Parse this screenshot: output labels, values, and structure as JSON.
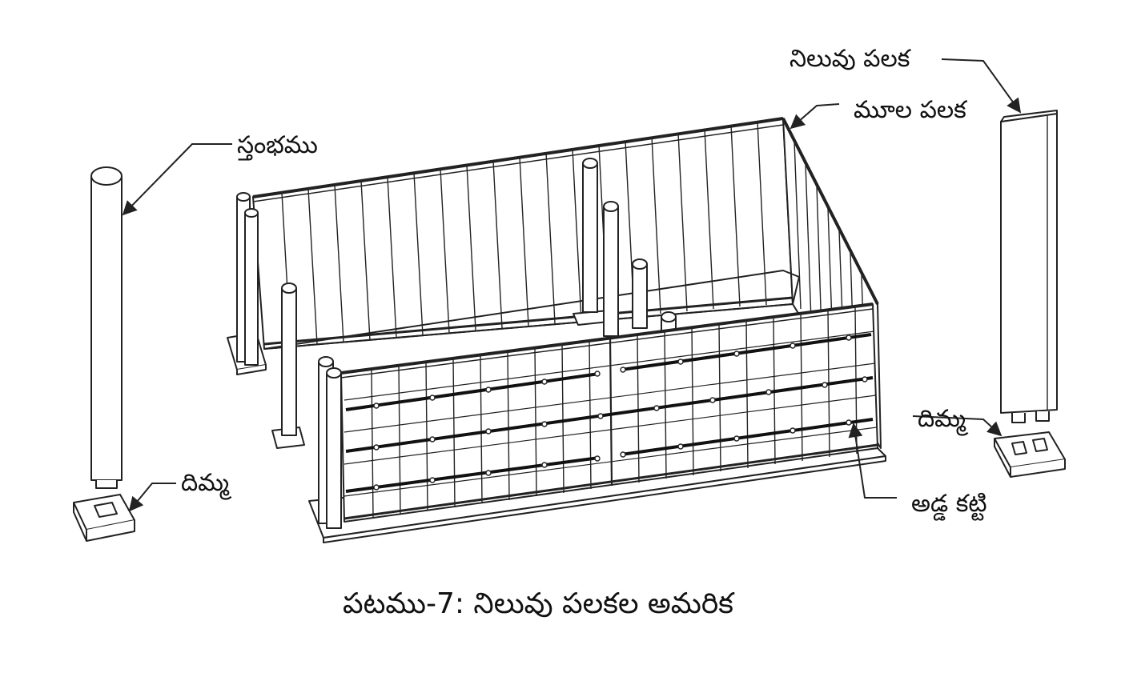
{
  "labels": {
    "standing_board": "నిలువు పలక",
    "corner_board": "మూల పలక",
    "column": "స్తంభము",
    "footing_right": "దిమ్మ",
    "footing_left": "దిమ్మ",
    "cross_tie": "అడ్డ కట్టి"
  },
  "caption": "పటము-7: నిలువు పలకల అమరిక",
  "colors": {
    "stroke": "#222222",
    "fill": "#ffffff",
    "text": "#111111"
  }
}
